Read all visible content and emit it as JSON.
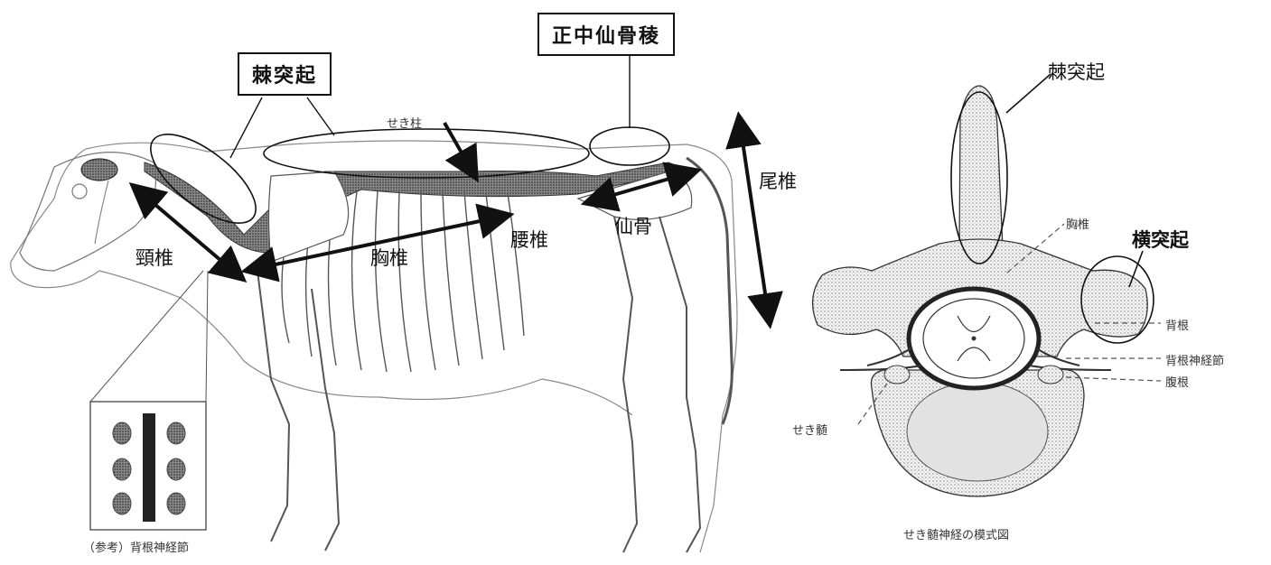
{
  "boxed_labels": {
    "spinous_process": "棘突起",
    "median_sacral_crest": "正中仙骨稜"
  },
  "cow": {
    "column_label": "せき柱",
    "cervical": "頸椎",
    "thoracic": "胸椎",
    "lumbar": "腰椎",
    "sacrum": "仙骨",
    "caudal": "尾椎",
    "inset_caption": "（参考）背根神経節"
  },
  "vertebra": {
    "spinous_process": "棘突起",
    "thoracic_vertebra": "胸椎",
    "transverse_process": "横突起",
    "dorsal_root": "背根",
    "dorsal_root_ganglion": "背根神経節",
    "ventral_root": "腹根",
    "spinal_cord": "せき髄",
    "caption": "せき髄神経の模式図"
  }
}
